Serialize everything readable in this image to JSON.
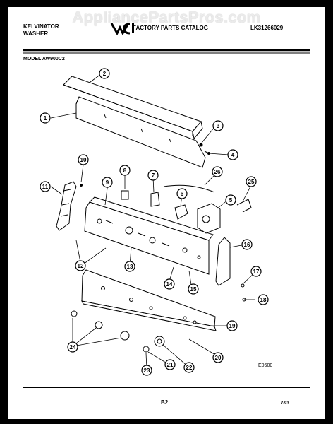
{
  "header": {
    "brand_line1": "KELVINATOR",
    "brand_line2": "WASHER",
    "logo_text": "WCI",
    "catalog_title": "FACTORY PARTS CATALOG",
    "catalog_code": "LK31266029",
    "model_label": "MODEL AW900C2"
  },
  "watermark": "AppliancePartsPros.com",
  "footer": {
    "drawing_code": "E0600",
    "page_number": "B2",
    "date": "7/93"
  },
  "callouts": [
    "1",
    "2",
    "3",
    "4",
    "5",
    "6",
    "7",
    "8",
    "9",
    "10",
    "11",
    "12",
    "13",
    "14",
    "15",
    "16",
    "17",
    "18",
    "19",
    "20",
    "21",
    "22",
    "23",
    "24",
    "25",
    "26"
  ]
}
